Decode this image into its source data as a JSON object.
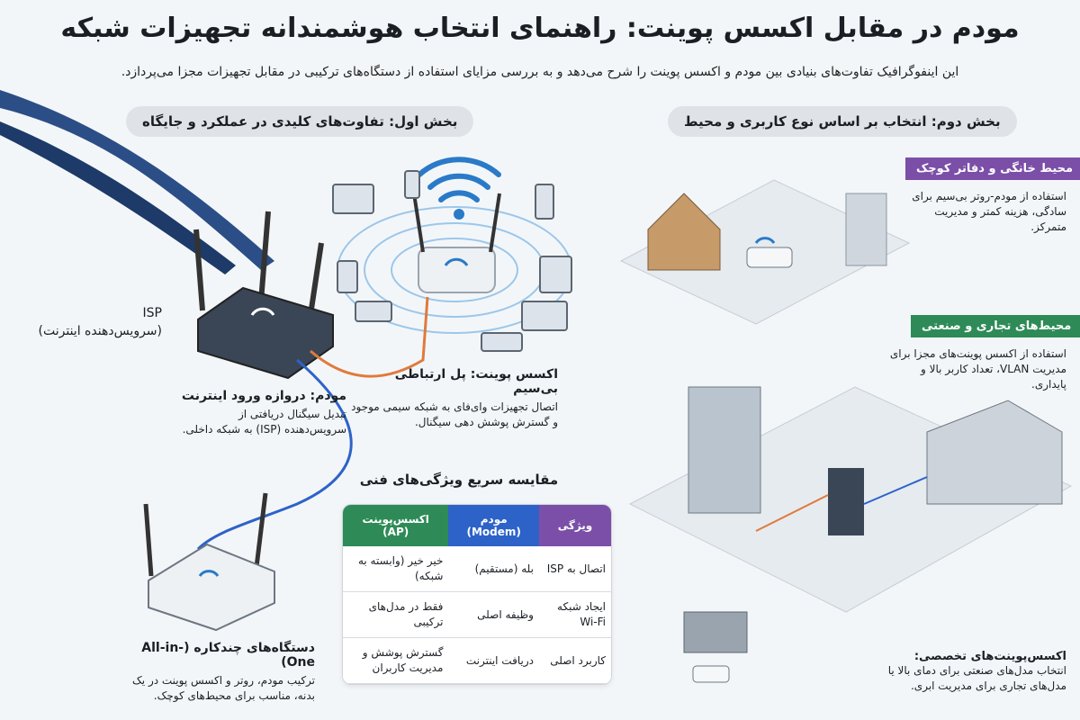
{
  "header": {
    "title": "مودم در مقابل اکسس پوینت: راهنمای انتخاب هوشمندانه تجهیزات شبکه",
    "subtitle": "این اینفوگرافیک تفاوت‌های بنیادی بین مودم و اکسس پوینت را شرح می‌دهد و به بررسی مزایای استفاده از دستگاه‌های ترکیبی در مقابل تجهیزات مجزا می‌پردازد."
  },
  "section1": {
    "heading": "بخش اول: تفاوت‌های کلیدی در عملکرد و جایگاه",
    "isp": {
      "line1": "ISP",
      "line2": "(سرویس‌دهنده اینترنت)"
    },
    "access_point": {
      "title": "اکسس پوینت: پل ارتباطی بی‌سیم",
      "desc": "اتصال تجهیزات وای‌فای به شبکه سیمی موجود و گسترش پوشش دهی سیگنال."
    },
    "modem": {
      "title": "مودم: دروازه ورود اینترنت",
      "desc": "تبدیل سیگنال دریافتی از سرویس‌دهنده (ISP) به شبکه داخلی."
    },
    "all_in_one": {
      "title": "دستگاه‌های چندکاره (All-in-One)",
      "desc": "ترکیب مودم، روتر و اکسس پوینت در یک بدنه، مناسب برای محیط‌های کوچک."
    }
  },
  "comparison": {
    "title": "مقایسه سریع ویژگی‌های فنی",
    "headers": [
      "ویژگی",
      "مودم (Modem)",
      "اکسس‌پوینت (AP)"
    ],
    "rows": [
      [
        "اتصال به ISP",
        "بله (مستقیم)",
        "خیر خیر (وابسته به شبکه)"
      ],
      [
        "ایجاد شبکه Wi-Fi",
        "وظیفه اصلی",
        "فقط در مدل‌های ترکیبی"
      ],
      [
        "کاربرد اصلی",
        "دریافت اینترنت",
        "گسترش پوشش و مدیریت کاربران"
      ]
    ]
  },
  "section2": {
    "heading": "بخش دوم: انتخاب بر اساس نوع کاربری و محیط",
    "home": {
      "tag": "محیط خانگی و دفاتر کوچک",
      "desc": "استفاده از مودم-روتر بی‌سیم برای سادگی، هزینه کمتر و مدیریت متمرکز."
    },
    "business": {
      "tag": "محیط‌های تجاری و صنعتی",
      "desc": "استفاده از اکسس پوینت‌های مجزا برای مدیریت VLAN، تعداد کاربر بالا و پایداری."
    },
    "special": {
      "title": "اکسس‌پوینت‌های تخصصی:",
      "desc": "انتخاب مدل‌های صنعتی برای دمای بالا یا مدل‌های تجاری برای مدیریت ابری."
    }
  },
  "colors": {
    "purple": "#7b4fa8",
    "green": "#2e8b57",
    "blue": "#2d63c8",
    "orange": "#e07a3c",
    "dark": "#2a3340"
  }
}
